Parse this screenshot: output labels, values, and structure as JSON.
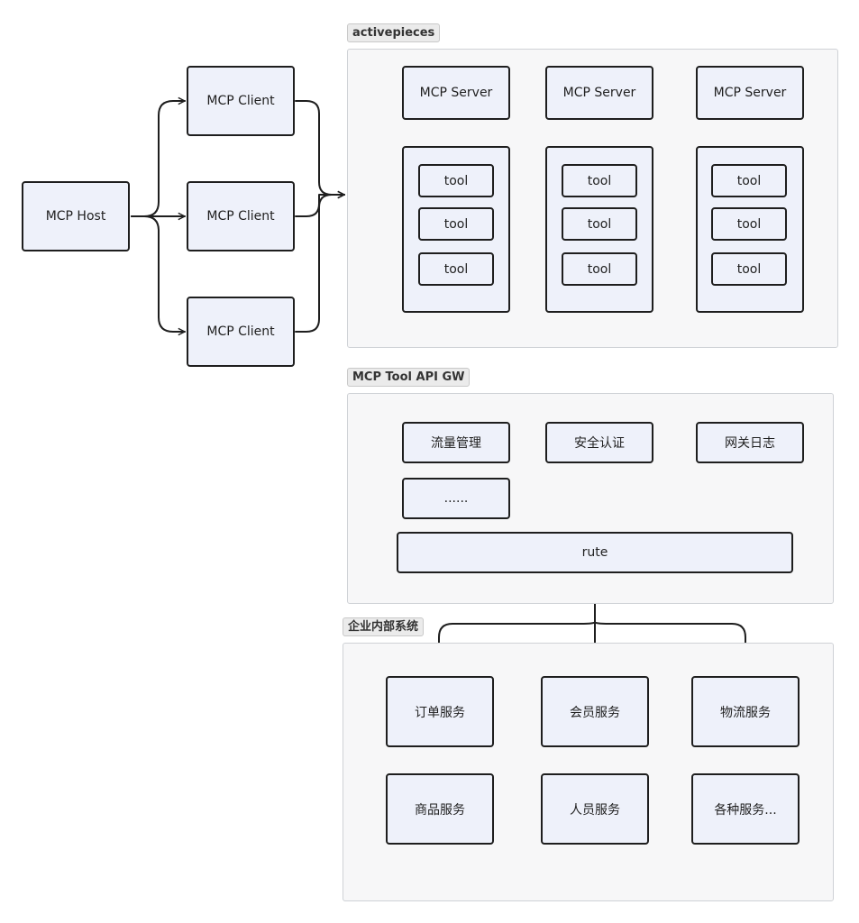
{
  "host": {
    "label": "MCP Host"
  },
  "clients": [
    {
      "label": "MCP Client"
    },
    {
      "label": "MCP Client"
    },
    {
      "label": "MCP Client"
    }
  ],
  "activepieces": {
    "title": "activepieces",
    "servers": [
      {
        "label": "MCP Server",
        "tools": [
          "tool",
          "tool",
          "tool"
        ]
      },
      {
        "label": "MCP Server",
        "tools": [
          "tool",
          "tool",
          "tool"
        ]
      },
      {
        "label": "MCP Server",
        "tools": [
          "tool",
          "tool",
          "tool"
        ]
      }
    ]
  },
  "gateway": {
    "title": "MCP Tool API GW",
    "features": [
      "流量管理",
      "安全认证",
      "网关日志",
      "......"
    ],
    "route": "rute"
  },
  "enterprise": {
    "title": "企业内部系统",
    "services": [
      "订单服务",
      "会员服务",
      "物流服务",
      "商品服务",
      "人员服务",
      "各种服务..."
    ]
  },
  "colors": {
    "node_fill": "#eef1fa",
    "node_border": "#1e1e1e",
    "group_fill": "#f7f7f8"
  }
}
